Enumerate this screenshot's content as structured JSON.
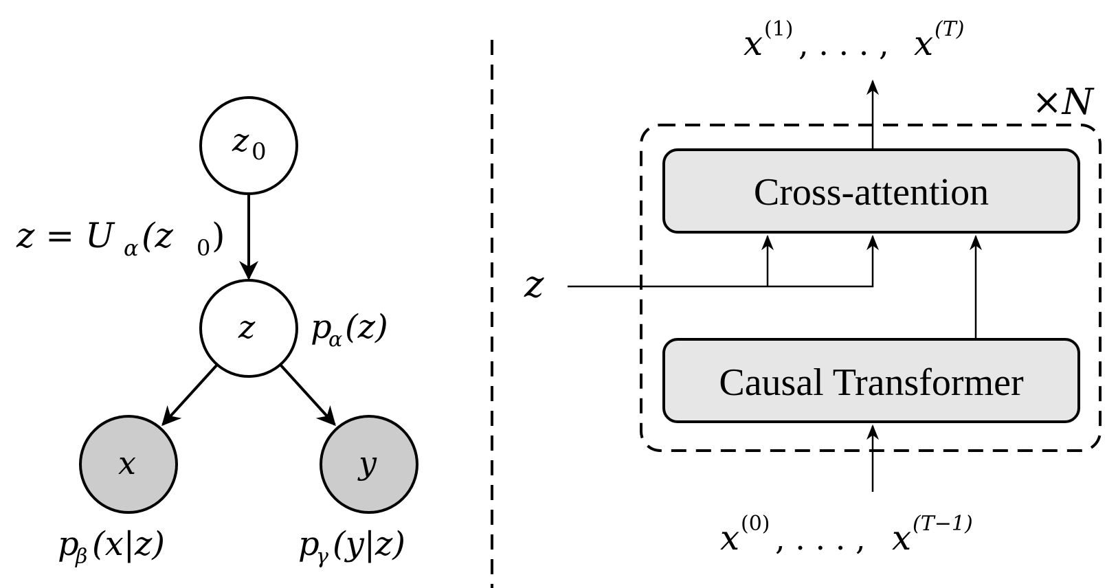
{
  "left_graph": {
    "nodes": {
      "z0": {
        "label": "z",
        "sub": "0"
      },
      "z": {
        "label": "z"
      },
      "x": {
        "label": "x"
      },
      "y": {
        "label": "y"
      }
    },
    "edge_label": {
      "lhs": "z = U",
      "sub": "α",
      "args": "(z",
      "args_sub": "0",
      "close": ")"
    },
    "prior_label": {
      "p": "p",
      "sub": "α",
      "arg": "(z)"
    },
    "x_label": {
      "p": "p",
      "sub": "β",
      "arg": "(x|z)"
    },
    "y_label": {
      "p": "p",
      "sub": "γ",
      "arg": "(y|z)"
    },
    "colors": {
      "observed_fill": "#cccccc",
      "latent_fill": "#ffffff",
      "stroke": "#000000"
    }
  },
  "right_model": {
    "output_label": {
      "x1": "x",
      "sup1": "(1)",
      "dots": ", . . . , ",
      "xT": "x",
      "supT": "(T)"
    },
    "repeat_label": "×N",
    "cross_attention_label": "Cross-attention",
    "causal_transformer_label": "Causal Transformer",
    "z_input_label": "z",
    "input_label": {
      "x0": "x",
      "sup0": "(0)",
      "dots": ", . . . , ",
      "xT": "x",
      "supT": "(T−1)"
    },
    "colors": {
      "box_fill": "#e6e6e6",
      "stroke": "#000000"
    }
  }
}
